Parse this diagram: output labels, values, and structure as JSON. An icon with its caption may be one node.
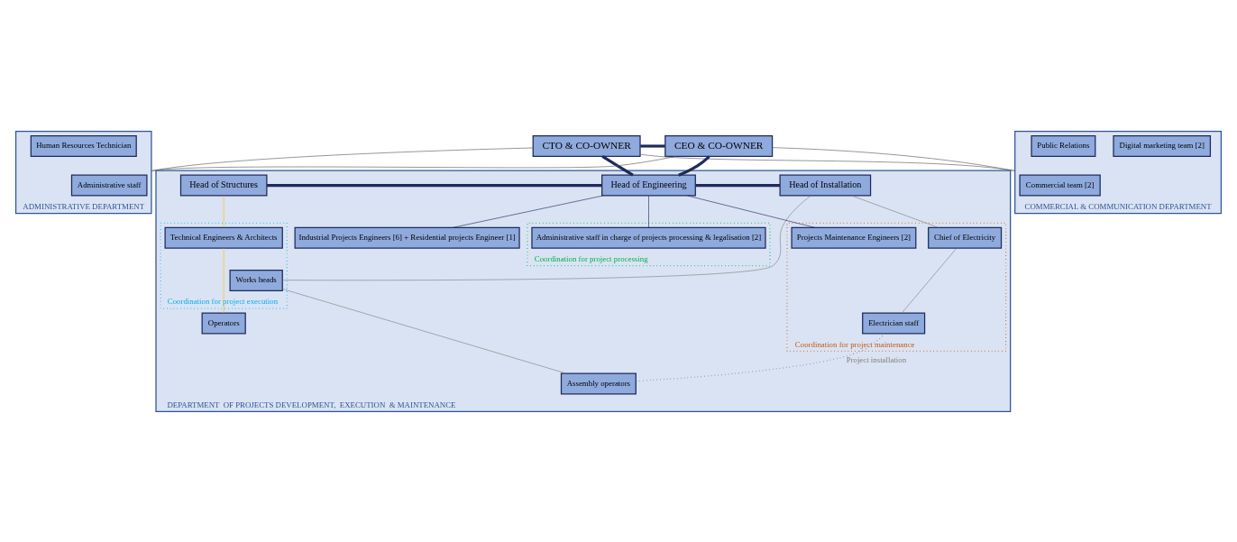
{
  "diagram": {
    "nodes": [
      {
        "text": [
          "CTO & CO-OWNER"
        ]
      },
      {
        "text": [
          "CEO & CO-OWNER"
        ]
      },
      {
        "text": [
          "ADMINISTRATIVE DEPARTMENT"
        ]
      },
      {
        "text": [
          "Administrative staff"
        ],
        "in": 2
      },
      {
        "text": [
          "Human Resources Technician"
        ],
        "in": 2
      },
      {
        "text": [
          "DEPARTMENT  OF PROJECTS DEVELOPMENT,  EXECUTION  & MAINTENANCE"
        ]
      },
      {
        "text": [
          "Head of Installation"
        ],
        "in": 5
      },
      {
        "text": [
          "Head of Engineering"
        ],
        "in": 5
      },
      {
        "text": [
          "Head of Structures"
        ],
        "in": 5
      },
      {
        "text": [
          "Coordination for project maintenance"
        ],
        "in": 5
      },
      {
        "text": [
          "Chief of Electricity"
        ],
        "in": 9
      },
      {
        "text": [
          "Electrician staff"
        ],
        "in": 9
      },
      {
        "text": [
          "Projects Maintenance Engineers [2]"
        ],
        "in": 9
      },
      {
        "text": [
          "Coordination for project processing"
        ],
        "in": 5
      },
      {
        "text": [
          "Administrative staff in charge of projects processing & legalisation [2]"
        ],
        "in": 13
      },
      {
        "text": [
          "Industrial Projects Engineers [6] + Residential projects Engineer [1]"
        ],
        "in": 5
      },
      {
        "text": [
          "Coordination for project execution"
        ],
        "in": 5
      },
      {
        "text": [
          "Works heads"
        ],
        "in": 16
      },
      {
        "text": [
          "Technical Engineers & Architects"
        ],
        "in": 16
      },
      {
        "text": [
          "Assembly operators"
        ],
        "in": 5
      },
      {
        "text": [
          "Operators"
        ],
        "in": 5
      },
      {
        "text": [
          "COMMERCIAL & COMMUNICATION DEPARTMENT"
        ]
      },
      {
        "text": [
          "Commercial team [2]"
        ],
        "in": 21
      },
      {
        "text": [
          "Digital marketing team [2]"
        ],
        "in": 21
      },
      {
        "text": [
          "Public Relations"
        ],
        "in": 21
      }
    ],
    "edges": [
      {
        "from": 0,
        "to": 1,
        "arrow": "none",
        "style": "thick"
      },
      {
        "from": 0,
        "to": 7,
        "arrow": "none",
        "style": "thick"
      },
      {
        "from": 1,
        "to": 7,
        "arrow": "none",
        "style": "thick"
      },
      {
        "from": 0,
        "to": 2,
        "arrow": "none",
        "color": "#595959"
      },
      {
        "from": 1,
        "to": 2,
        "arrow": "none",
        "color": "#595959"
      },
      {
        "from": 0,
        "to": 21,
        "arrow": "none",
        "color": "#595959"
      },
      {
        "from": 1,
        "to": 21,
        "arrow": "none",
        "color": "#595959"
      },
      {
        "from": 6,
        "to": 7,
        "arrow": "none",
        "style": "thick"
      },
      {
        "from": 7,
        "to": 8,
        "arrow": "none",
        "style": "thick"
      },
      {
        "from": 7,
        "to": 12,
        "arrow": "none"
      },
      {
        "from": 7,
        "to": 14,
        "arrow": "none"
      },
      {
        "from": 7,
        "to": 15,
        "arrow": "none"
      },
      {
        "from": 6,
        "to": 10,
        "arrow": "none",
        "color": "#808080"
      },
      {
        "from": 6,
        "to": 17,
        "arrow": "none",
        "color": "#808080"
      },
      {
        "from": 10,
        "to": 11,
        "arrow": "none",
        "color": "#808080"
      },
      {
        "from": 17,
        "to": 19,
        "arrow": "none",
        "color": "#808080"
      },
      {
        "from": 11,
        "to": 19,
        "arrow": "none",
        "style": "dashed",
        "color": "#808080",
        "label": "Project installation"
      },
      {
        "from": 8,
        "to": 18,
        "arrow": "none",
        "color": "#ffc000"
      },
      {
        "from": 18,
        "to": 20,
        "arrow": "none",
        "color": "#ffc000"
      }
    ]
  }
}
